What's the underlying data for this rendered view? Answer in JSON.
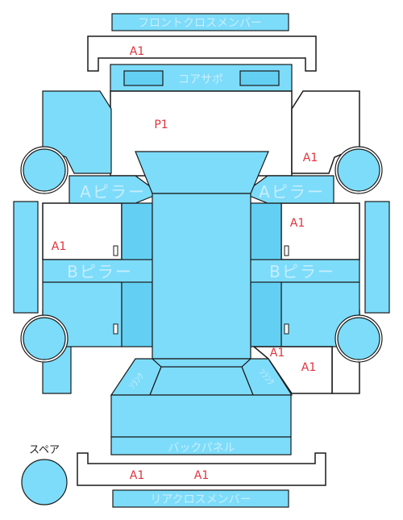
{
  "parts": {
    "front_cross_member": "フロントクロスメンバー",
    "core_support": "コアサポ",
    "a_pillar_left": "Aピラー",
    "a_pillar_right": "Aピラー",
    "b_pillar_left": "Bピラー",
    "b_pillar_right": "Bピラー",
    "back_panel": "バックパネル",
    "rear_cross_member": "リアクロスメンバー",
    "spare": "スペア",
    "trunk_left": "ｿﾗﾝｸ",
    "trunk_right": "ｿﾗﾝｸ"
  },
  "codes": {
    "front_member": "A1",
    "hood": "P1",
    "front_right": "A1",
    "right_door_front": "A1",
    "left_door": "A1",
    "right_rear_1": "A1",
    "right_rear_2": "A1",
    "rear_member_left": "A1",
    "rear_member_right": "A1"
  },
  "colors": {
    "panel": "#7ddcfa",
    "panel_dark": "#63d0f3",
    "label": "#c8eefc",
    "code": "#e0333d"
  }
}
